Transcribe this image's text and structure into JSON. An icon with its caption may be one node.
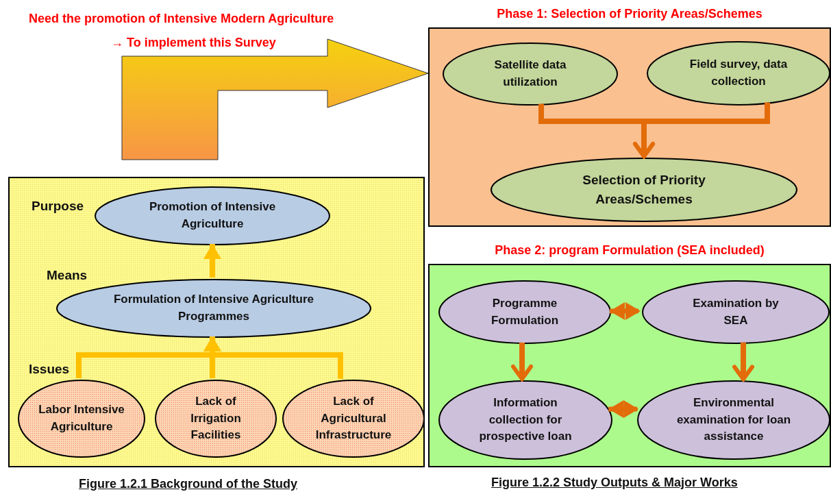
{
  "diagram": {
    "nodes": [
      {
        "text": [],
        "shape": "box",
        "beside": [
          "Figure 1.2.1 Background of the Study"
        ]
      },
      {
        "text": [
          "Promotion of Intensive Agriculture"
        ],
        "in": 0,
        "beside": [
          "Purpose"
        ]
      },
      {
        "text": [
          "Formulation of Intensive Agriculture Programmes"
        ],
        "in": 0,
        "beside": [
          "Means"
        ]
      },
      {
        "text": [
          "Labor Intensive Agriculture"
        ],
        "in": 0,
        "beside": [
          "Issues"
        ]
      },
      {
        "text": [
          "Lack of Irrigation Facilities"
        ],
        "in": 0
      },
      {
        "text": [
          "Lack of Agricultural Infrastructure"
        ],
        "in": 0
      },
      {
        "text": [
          "Phase 1: Selection of Priority Areas/Schemes"
        ]
      },
      {
        "text": [
          "Satellite data utilization"
        ],
        "in": 6
      },
      {
        "text": [
          "Field survey, data collection"
        ],
        "in": 6
      },
      {
        "text": [
          "Selection of Priority Areas/Schemes"
        ],
        "in": 6
      },
      {
        "text": [
          "Phase 2: program Formulation (SEA included)"
        ],
        "beside": [
          "Figure 1.2.2 Study Outputs & Major Works"
        ]
      },
      {
        "text": [
          "Programme Formulation"
        ],
        "in": 10
      },
      {
        "text": [
          "Examination by SEA"
        ],
        "in": 10
      },
      {
        "text": [
          "Information collection for prospective loan"
        ],
        "in": 10
      },
      {
        "text": [
          "Environmental examination for loan assistance"
        ],
        "in": 10
      }
    ],
    "edges": [
      {
        "from": null,
        "to": 6,
        "arrow": "to",
        "style": "thick",
        "color": "#f5d10f"
      },
      {
        "from": 2,
        "to": 1,
        "arrow": "to",
        "color": "#ffc000"
      },
      {
        "from": 3,
        "to": 2,
        "arrow": "to",
        "color": "#ffc000"
      },
      {
        "from": 4,
        "to": 2,
        "arrow": "to",
        "color": "#ffc000"
      },
      {
        "from": 5,
        "to": 2,
        "arrow": "to",
        "color": "#ffc000"
      },
      {
        "from": 7,
        "to": 9,
        "arrow": "to"
      },
      {
        "from": 8,
        "to": 9,
        "arrow": "to"
      },
      {
        "from": 11,
        "to": 12,
        "arrow": "both",
        "style": "dashed"
      },
      {
        "from": 11,
        "to": 13,
        "arrow": "to"
      },
      {
        "from": 12,
        "to": 14,
        "arrow": "to"
      },
      {
        "from": 13,
        "to": 14,
        "arrow": "both",
        "style": "dashed"
      }
    ],
    "labels": [
      "Need the promotion of Intensive Modern Agriculture",
      "→ To implement this Survey"
    ]
  }
}
